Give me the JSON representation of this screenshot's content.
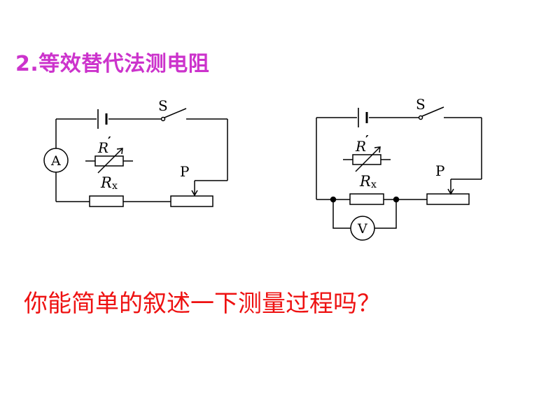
{
  "title": "2.等效替代法测电阻",
  "question": "你能简单的叙述一下测量过程吗？",
  "circuit_left": {
    "switch_label": "S",
    "ammeter_label": "A",
    "rheostat_label": "R",
    "rheostat_prime": "′",
    "resistor_label": "R",
    "resistor_sub": "x",
    "slider_label": "P"
  },
  "circuit_right": {
    "switch_label": "S",
    "voltmeter_label": "V",
    "rheostat_label": "R",
    "rheostat_prime": "′",
    "resistor_label": "R",
    "resistor_sub": "x",
    "slider_label": "P"
  },
  "colors": {
    "title": "#cc33cc",
    "question": "#ee1111",
    "wire": "#000000"
  }
}
